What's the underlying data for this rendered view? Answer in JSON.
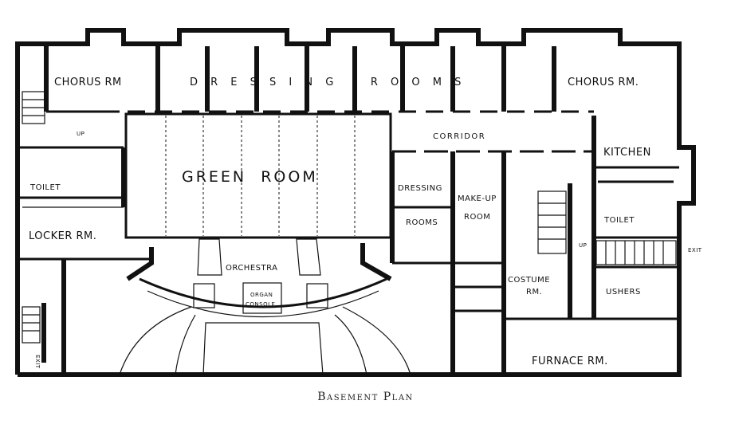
{
  "plan": {
    "rooms": {
      "chorus_left": "CHORUS RM",
      "dressing_rooms": "D R E S S I N G    R O O M S",
      "chorus_right": "CHORUS RM.",
      "corridor": "CORRIDOR",
      "green_room": "GREEN  ROOM",
      "kitchen": "KITCHEN",
      "toilet_left": "TOILET",
      "toilet_right": "TOILET",
      "locker": "LOCKER RM.",
      "dressing": "DRESSING",
      "rooms": "ROOMS",
      "makeup_1": "MAKE-UP",
      "makeup_2": "ROOM",
      "orchestra": "ORCHESTRA",
      "organ_1": "ORGAN",
      "organ_2": "CONSOLE",
      "costume_1": "COSTUME",
      "costume_2": "RM.",
      "ushers": "USHERS",
      "furnace": "FURNACE RM."
    },
    "exit_right": "EXIT",
    "exit_left": "EXIT",
    "up": "UP"
  },
  "caption": "Basement Plan"
}
